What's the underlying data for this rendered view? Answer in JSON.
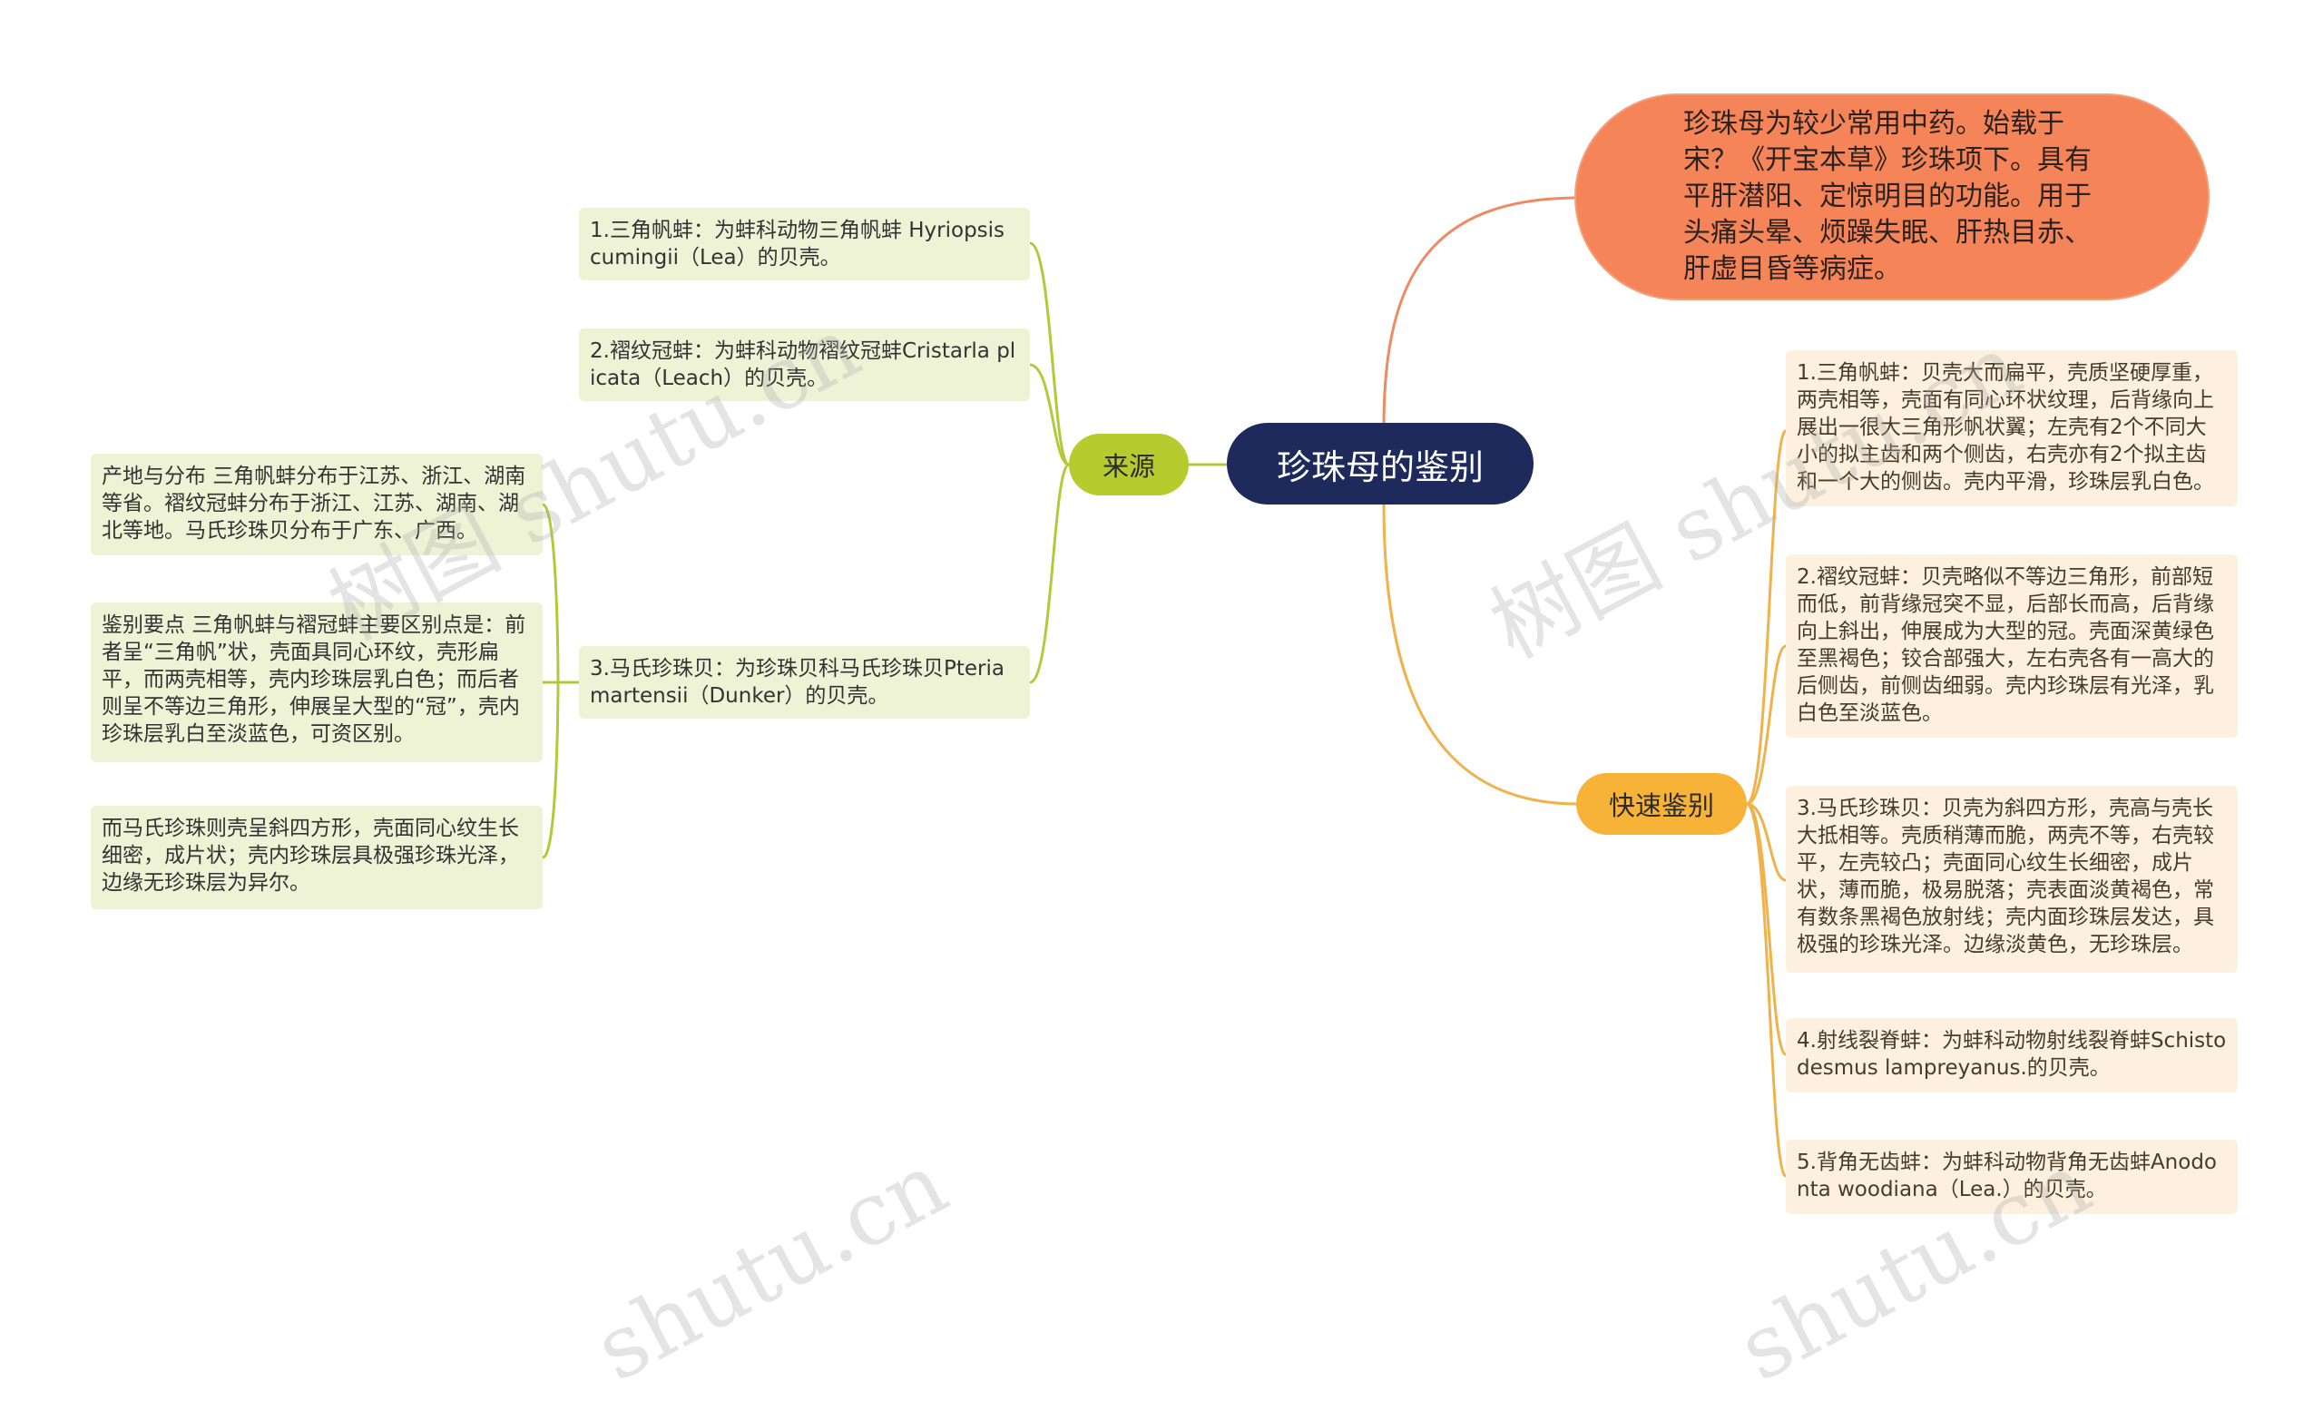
{
  "root": {
    "label": "珍珠母的鉴别"
  },
  "summary": {
    "text": "珍珠母为较少常用中药。始载于宋？《开宝本草》珍珠项下。具有平肝潜阳、定惊明目的功能。用于头痛头晕、烦躁失眠、肝热目赤、肝虚目昏等病症。"
  },
  "source": {
    "label": "来源",
    "items": [
      "1.三角帆蚌：为蚌科动物三角帆蚌 Hyriopsis cumingii（Lea）的贝壳。",
      "2.褶纹冠蚌：为蚌科动物褶纹冠蚌Cristarla plicata（Leach）的贝壳。",
      "3.马氏珍珠贝：为珍珠贝科马氏珍珠贝Pteria martensii（Dunker）的贝壳。"
    ],
    "sub_items": [
      "产地与分布 三角帆蚌分布于江苏、浙江、湖南等省。褶纹冠蚌分布于浙江、江苏、湖南、湖北等地。马氏珍珠贝分布于广东、广西。",
      "鉴别要点 三角帆蚌与褶冠蚌主要区别点是：前者呈“三角帆”状，壳面具同心环纹，壳形扁平，而两壳相等，壳内珍珠层乳白色；而后者则呈不等边三角形，伸展呈大型的“冠”，壳内珍珠层乳白至淡蓝色，可资区别。",
      "而马氏珍珠则壳呈斜四方形，壳面同心纹生长细密，成片状；壳内珍珠层具极强珍珠光泽，边缘无珍珠层为异尔。"
    ]
  },
  "quick": {
    "label": "快速鉴别",
    "items": [
      "1.三角帆蚌：贝壳大而扁平，壳质坚硬厚重，两壳相等，壳面有同心环状纹理，后背缘向上展出一很大三角形帆状翼；左壳有2个不同大小的拟主齿和两个侧齿，右壳亦有2个拟主齿和一个大的侧齿。壳内平滑，珍珠层乳白色。",
      "2.褶纹冠蚌：贝壳略似不等边三角形，前部短而低，前背缘冠突不显，后部长而高，后背缘向上斜出，伸展成为大型的冠。壳面深黄绿色至黑褐色；铰合部强大，左右壳各有一高大的后侧齿，前侧齿细弱。壳内珍珠层有光泽，乳白色至淡蓝色。",
      "3.马氏珍珠贝：贝壳为斜四方形，壳高与壳长大抵相等。壳质稍薄而脆，两壳不等，右壳较平，左壳较凸；壳面同心纹生长细密，成片状，薄而脆，极易脱落；壳表面淡黄褐色，常有数条黑褐色放射线；壳内面珍珠层发达，具极强的珍珠光泽。边缘淡黄色，无珍珠层。",
      "4.射线裂脊蚌：为蚌科动物射线裂脊蚌Schistodesmus lampreyanus.的贝壳。",
      "5.背角无齿蚌：为蚌科动物背角无齿蚌Anodonta woodiana（Lea.）的贝壳。"
    ]
  },
  "watermarks": [
    "树图 shutu.cn",
    "树图 shutu.cn",
    "shutu.cn",
    "shutu.cn"
  ],
  "colors": {
    "root_bg": "#1f2a5c",
    "green_branch": "#b6cc2e",
    "green_line": "#b3c93a",
    "orange_branch": "#f7b238",
    "orange_line": "#f0b24a",
    "summary_bg": "#f58558",
    "summary_line": "#ee8a62"
  }
}
